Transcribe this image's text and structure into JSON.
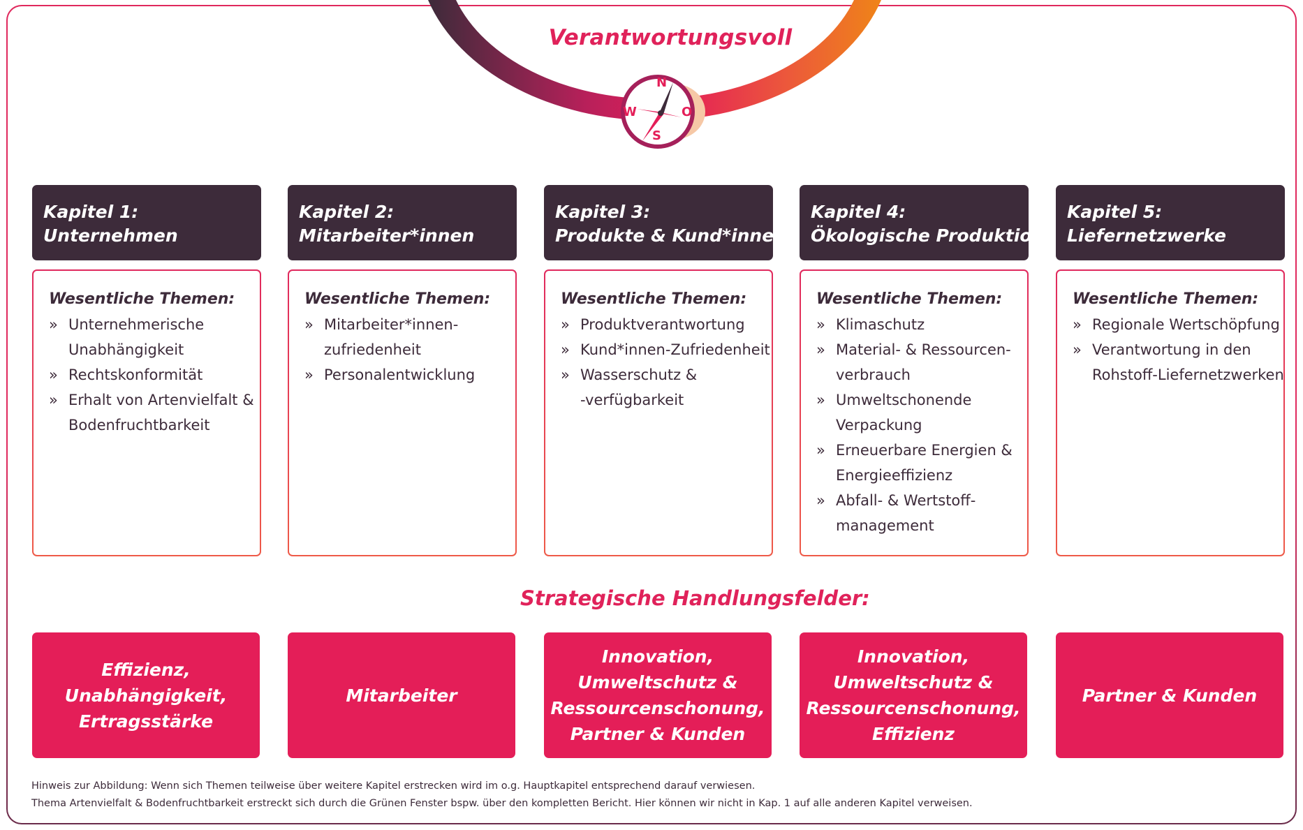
{
  "colors": {
    "dark_purple": "#3d2b3a",
    "accent_pink": "#e41e58",
    "accent_orange": "#ef7d1a",
    "arc_start": "#3d2b3a"
  },
  "arc": {
    "title": "Verantwortungsvoll",
    "compass": {
      "icon": "compass-icon",
      "north": "N",
      "south": "S",
      "west": "W",
      "east": "O"
    }
  },
  "chapters": [
    {
      "header": [
        "Kapitel 1:",
        "Unternehmen"
      ],
      "topics_heading": "Wesentliche Themen:",
      "topics": [
        [
          "Unternehmerische",
          "Unabhängigkeit"
        ],
        [
          "Rechtskonformität"
        ],
        [
          "Erhalt von Artenvielfalt &",
          "Bodenfruchtbarkeit"
        ]
      ]
    },
    {
      "header": [
        "Kapitel 2:",
        "Mitarbeiter*innen"
      ],
      "topics_heading": "Wesentliche Themen:",
      "topics": [
        [
          "Mitarbeiter*innen-",
          "zufriedenheit"
        ],
        [
          "Personalentwicklung"
        ]
      ]
    },
    {
      "header": [
        "Kapitel 3:",
        "Produkte & Kund*innen"
      ],
      "topics_heading": "Wesentliche Themen:",
      "topics": [
        [
          "Produktverantwortung"
        ],
        [
          "Kund*innen-Zufriedenheit"
        ],
        [
          "Wasserschutz &",
          "-verfügbarkeit"
        ]
      ]
    },
    {
      "header": [
        "Kapitel 4:",
        "Ökologische Produktion"
      ],
      "topics_heading": "Wesentliche Themen:",
      "topics": [
        [
          "Klimaschutz"
        ],
        [
          "Material- & Ressourcen-",
          "verbrauch"
        ],
        [
          "Umweltschonende",
          "Verpackung"
        ],
        [
          "Erneuerbare Energien &",
          "Energieeffizienz"
        ],
        [
          "Abfall- & Wertstoff-",
          "management"
        ]
      ]
    },
    {
      "header": [
        "Kapitel 5:",
        "Liefernetzwerke"
      ],
      "topics_heading": "Wesentliche Themen:",
      "topics": [
        [
          "Regionale Wertschöpfung"
        ],
        [
          "Verantwortung in den",
          "Rohstoff-Liefernetzwerken"
        ]
      ]
    }
  ],
  "bullet": "»",
  "strategy": {
    "title": "Strategische Handlungsfelder:",
    "fields": [
      [
        "Effizienz,",
        "Unabhängigkeit,",
        "Ertragsstärke"
      ],
      [
        "Mitarbeiter"
      ],
      [
        "Innovation,",
        "Umweltschutz &",
        "Ressourcenschonung,",
        "Partner & Kunden"
      ],
      [
        "Innovation,",
        "Umweltschutz &",
        "Ressourcenschonung,",
        "Effizienz"
      ],
      [
        "Partner & Kunden"
      ]
    ]
  },
  "notes": [
    "Hinweis zur Abbildung: Wenn sich Themen teilweise über weitere Kapitel erstrecken wird im o.g. Hauptkapitel entsprechend darauf verwiesen.",
    "Thema Artenvielfalt & Bodenfruchtbarkeit erstreckt sich durch die Grünen Fenster bspw. über den kompletten Bericht. Hier können wir nicht in Kap. 1 auf alle anderen Kapitel verweisen."
  ]
}
